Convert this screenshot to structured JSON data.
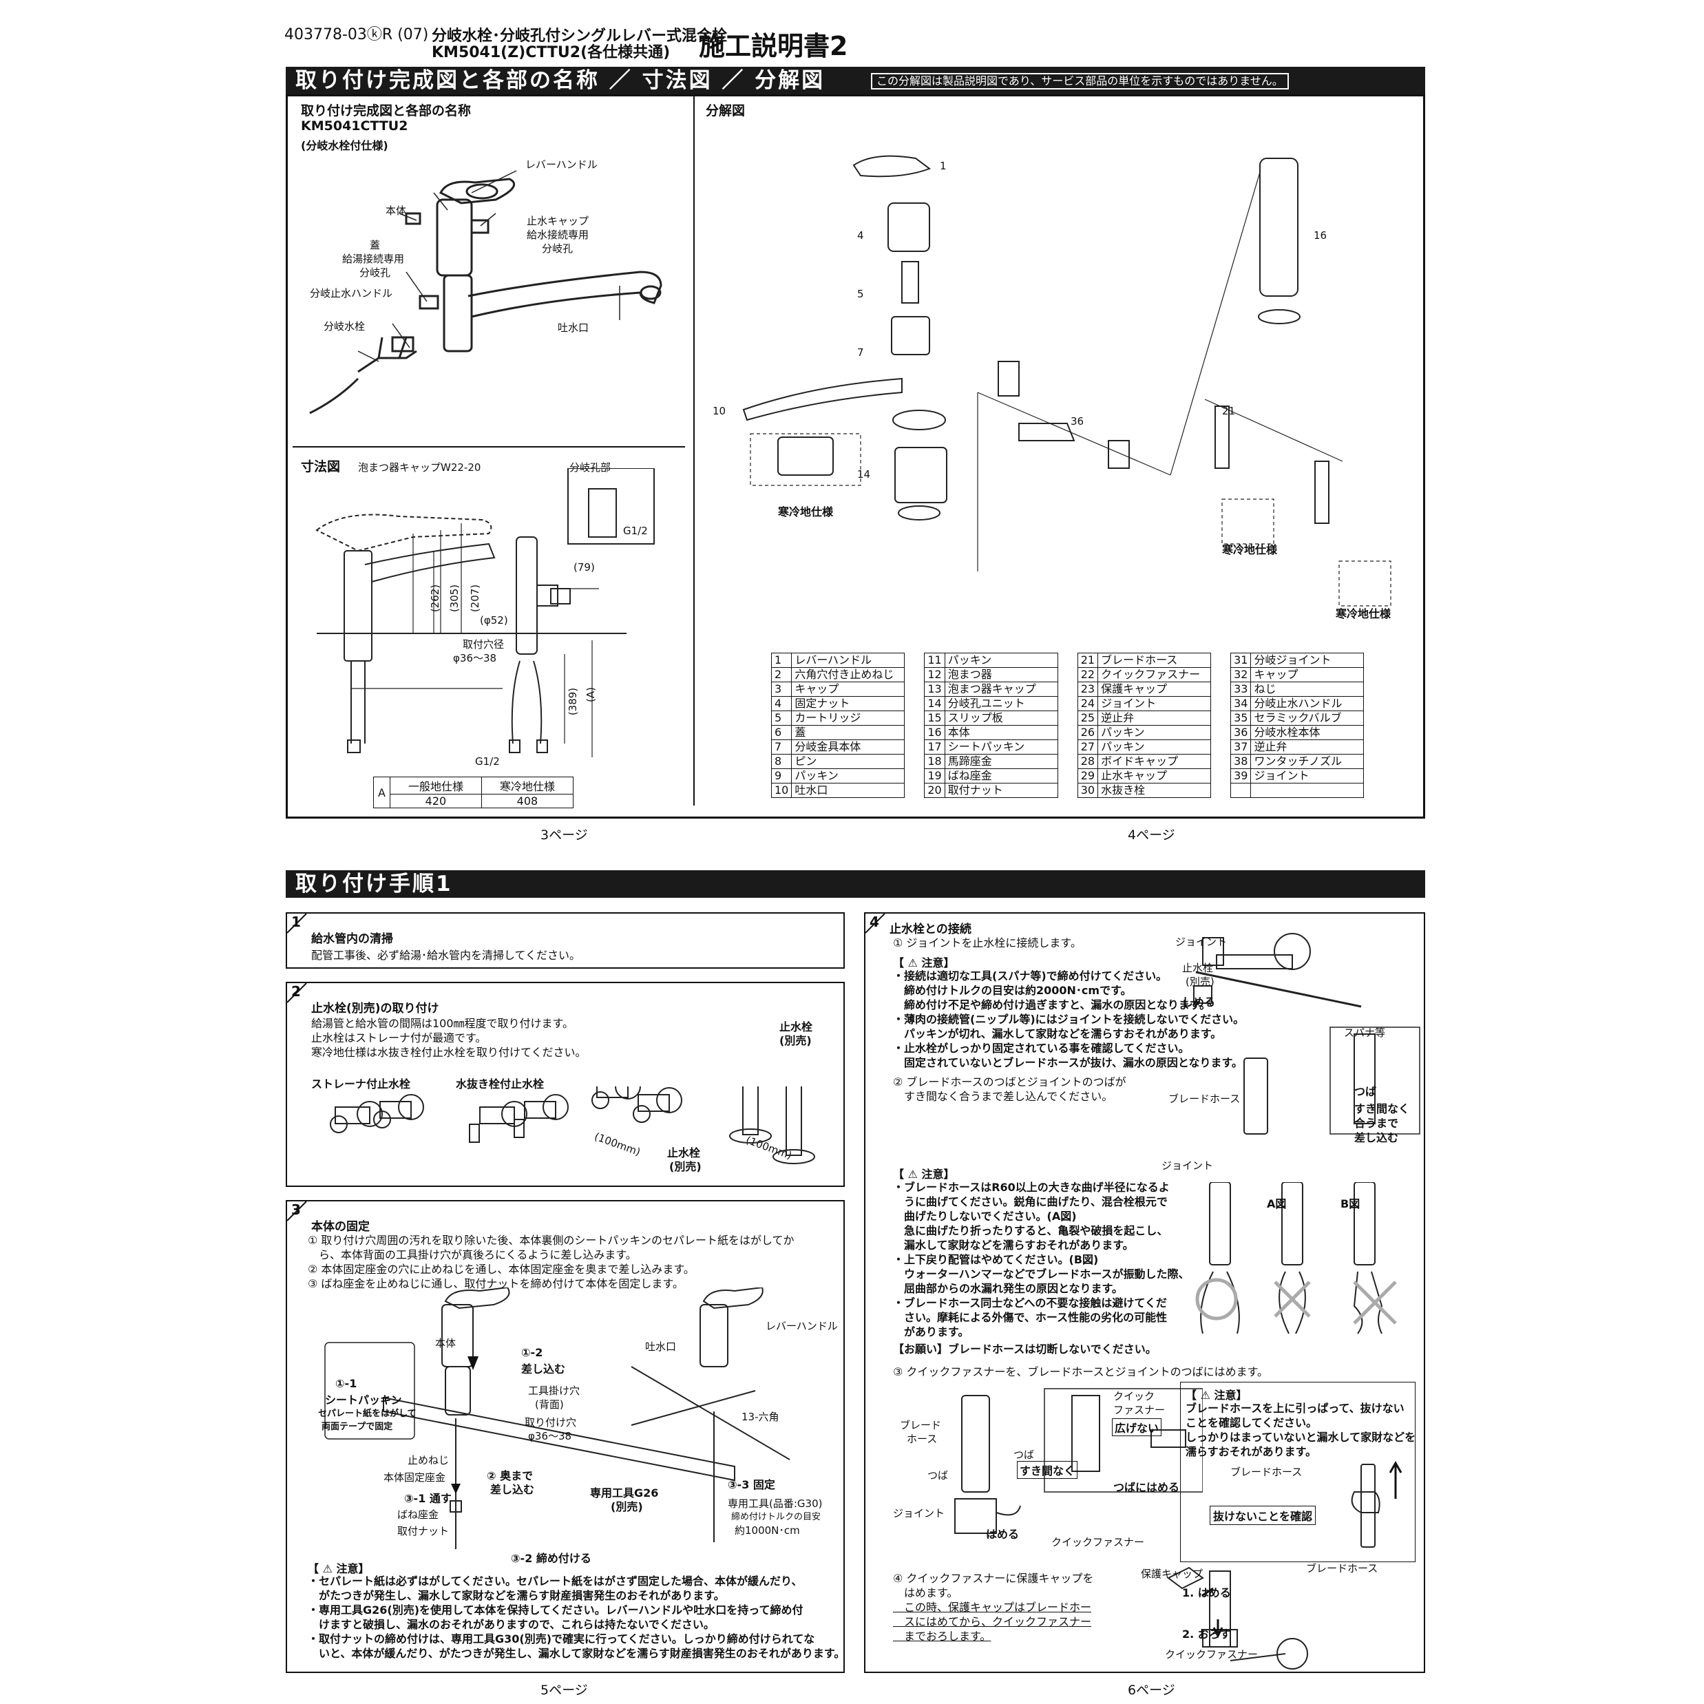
{
  "header": {
    "doc_code": "403778-03ⓚR (07)",
    "product_line1": "分岐水栓･分岐孔付シングルレバー式混合栓",
    "product_line2": "KM5041(Z)CTTU2(各仕様共通)",
    "title": "施工説明書2"
  },
  "section1": {
    "title": "取り付け完成図と各部の名称 ／ 寸法図 ／ 分解図",
    "note": "この分解図は製品説明図であり、サービス部品の単位を示すものではありません。",
    "assembled": {
      "heading": "取り付け完成図と各部の名称",
      "model": "KM5041CTTU2",
      "spec": "(分岐水栓付仕様)",
      "labels": [
        "レバーハンドル",
        "本体",
        "止水キャップ",
        "給水接続専用",
        "分岐孔",
        "蓋",
        "給湯接続専用",
        "分岐孔",
        "分岐止水ハンドル",
        "分岐水栓",
        "吐水口"
      ]
    },
    "dimensions": {
      "heading": "寸法図",
      "cap_label": "泡まつ器キャップW22-20",
      "branch_label": "分岐孔部",
      "g12_a": "G1/2",
      "g12_b": "G1/2",
      "d262": "(262)",
      "d305": "(305)",
      "d207": "(207)",
      "d79": "(79)",
      "d52": "(φ52)",
      "hole_label": "取付穴径",
      "hole_value": "φ36～38",
      "d389": "(389)",
      "dA": "(A)",
      "table_a": "A",
      "table_headers": [
        "一般地仕様",
        "寒冷地仕様"
      ],
      "table_values": [
        "420",
        "408"
      ]
    },
    "exploded": {
      "heading": "分解図",
      "cold_label_1": "寒冷地仕様",
      "cold_label_2": "寒冷地仕様",
      "cold_label_3": "寒冷地仕様"
    },
    "parts": [
      [
        "1",
        "レバーハンドル"
      ],
      [
        "2",
        "六角穴付き止めねじ"
      ],
      [
        "3",
        "キャップ"
      ],
      [
        "4",
        "固定ナット"
      ],
      [
        "5",
        "カートリッジ"
      ],
      [
        "6",
        "蓋"
      ],
      [
        "7",
        "分岐金具本体"
      ],
      [
        "8",
        "ピン"
      ],
      [
        "9",
        "パッキン"
      ],
      [
        "10",
        "吐水口"
      ],
      [
        "11",
        "パッキン"
      ],
      [
        "12",
        "泡まつ器"
      ],
      [
        "13",
        "泡まつ器キャップ"
      ],
      [
        "14",
        "分岐孔ユニット"
      ],
      [
        "15",
        "スリップ板"
      ],
      [
        "16",
        "本体"
      ],
      [
        "17",
        "シートパッキン"
      ],
      [
        "18",
        "馬蹄座金"
      ],
      [
        "19",
        "ばね座金"
      ],
      [
        "20",
        "取付ナット"
      ],
      [
        "21",
        "ブレードホース"
      ],
      [
        "22",
        "クイックファスナー"
      ],
      [
        "23",
        "保護キャップ"
      ],
      [
        "24",
        "ジョイント"
      ],
      [
        "25",
        "逆止弁"
      ],
      [
        "26",
        "パッキン"
      ],
      [
        "27",
        "パッキン"
      ],
      [
        "28",
        "ボイドキャップ"
      ],
      [
        "29",
        "止水キャップ"
      ],
      [
        "30",
        "水抜き栓"
      ],
      [
        "31",
        "分岐ジョイント"
      ],
      [
        "32",
        "キャップ"
      ],
      [
        "33",
        "ねじ"
      ],
      [
        "34",
        "分岐止水ハンドル"
      ],
      [
        "35",
        "セラミックバルブ"
      ],
      [
        "36",
        "分岐水栓本体"
      ],
      [
        "37",
        "逆止弁"
      ],
      [
        "38",
        "ワンタッチノズル"
      ],
      [
        "39",
        "ジョイント"
      ]
    ],
    "page_left": "3ページ",
    "page_right": "4ページ"
  },
  "section2": {
    "title": "取り付け手順1",
    "step1": {
      "num": "1",
      "heading": "給水管内の清掃",
      "text": "配管工事後、必ず給湯･給水管内を清掃してください。"
    },
    "step2": {
      "num": "2",
      "heading": "止水栓(別売)の取り付け",
      "lines": [
        "給湯管と給水管の間隔は100㎜程度で取り付けます。",
        "止水栓はストレーナ付が最適です。",
        "寒冷地仕様は水抜き栓付止水栓を取り付けてください。"
      ],
      "label_strainer": "ストレーナ付止水栓",
      "label_drain": "水抜き栓付止水栓",
      "label_valve": "止水栓",
      "label_valve_sub": "(別売)",
      "label_valve2": "止水栓",
      "label_valve2_sub": "(別売)",
      "dim1": "(100mm)",
      "dim2": "(100mm)"
    },
    "step3": {
      "num": "3",
      "heading": "本体の固定",
      "lines": [
        "① 取り付け穴周囲の汚れを取り除いた後、本体裏側のシートパッキンのセパレート紙をはがしてか",
        "　ら、本体背面の工具掛け穴が真後ろにくるように差し込みます。",
        "② 本体固定座金の穴に止めねじを通し、本体固定座金を奥まで差し込みます。",
        "③ ばね座金を止めねじに通し、取付ナットを締め付けて本体を固定します。"
      ],
      "callouts": [
        "本体",
        "①-2",
        "差し込む",
        "工具掛け穴",
        "(背面)",
        "①-1",
        "シートパッキン",
        "セパレート紙をはがして",
        "両面テープで固定",
        "取り付け穴",
        "φ36～38",
        "止めねじ",
        "本体固定座金",
        "② 奥まで",
        "差し込む",
        "③-1 通す",
        "ばね座金",
        "取付ナット",
        "③-2 締め付ける",
        "レバーハンドル",
        "吐水口",
        "13-六角",
        "専用工具G26",
        "(別売)",
        "③-3 固定",
        "専用工具(品番:G30)",
        "締め付けトルクの目安",
        "約1000N･cm"
      ],
      "caution_title": "【 ⚠ 注意】",
      "cautions": [
        "・セパレート紙は必ずはがしてください。セパレート紙をはがさず固定した場合、本体が緩んだり、",
        "　がたつきが発生し、漏水して家財などを濡らす財産損害発生のおそれがあります。",
        "・専用工具G26(別売)を使用して本体を保持してください。レバーハンドルや吐水口を持って締め付",
        "　けますと破損し、漏水のおそれがありますので、これらは持たないでください。",
        "・取付ナットの締め付けは、専用工具G30(別売)で確実に行ってください。しっかり締め付けられてな",
        "　いと、本体が緩んだり、がたつきが発生し、漏水して家財などを濡らす財産損害発生のおそれがあります。"
      ]
    },
    "step4": {
      "num": "4",
      "heading": "止水栓との接続",
      "line1": "① ジョイントを止水栓に接続します。",
      "caution_title": "【 ⚠ 注意】",
      "cautions1": [
        "・接続は適切な工具(スパナ等)で締め付けてください。",
        "　締め付けトルクの目安は約2000N･cmです。",
        "　締め付け不足や締め付け過ぎますと、漏水の原因となります。",
        "・薄肉の接続管(ニップル等)にはジョイントを接続しないでください。",
        "　パッキンが切れ、漏水して家財などを濡らすおそれがあります。",
        "・止水栓がしっかり固定されている事を確認してください。",
        "　固定されていないとブレードホースが抜け、漏水の原因となります。"
      ],
      "line2a": "② ブレードホースのつばとジョイントのつばが",
      "line2b": "　すき間なく合うまで差し込んでください。",
      "callouts1": [
        "ジョイント",
        "止水栓",
        "(別売)",
        "しめる",
        "スパナ等",
        "ブレードホース",
        "ジョイント",
        "つば",
        "すき間なく",
        "合うまで",
        "差し込む"
      ],
      "cautions2": [
        "・ブレードホースはR60以上の大きな曲げ半径になるよ",
        "　うに曲げてください。鋭角に曲げたり、混合栓根元で",
        "　曲げたりしないでください。(A図)",
        "　急に曲げたり折ったりすると、亀裂や破損を起こし、",
        "　漏水して家財などを濡らすおそれがあります。",
        "・上下戻り配管はやめてください。(B図)",
        "　ウォーターハンマーなどでブレードホースが振動した際、",
        "　屈曲部からの水漏れ発生の原因となります。",
        "・ブレードホース同士などへの不要な接触は避けてくだ",
        "　さい。摩耗による外傷で、ホース性能の劣化の可能性",
        "　があります。"
      ],
      "request": "【お願い】ブレードホースは切断しないでください。",
      "fig_a": "A図",
      "fig_b": "B図",
      "line3": "③ クイックファスナーを、ブレードホースとジョイントのつばにはめます。",
      "callouts3": [
        "ブレード",
        "ホース",
        "つば",
        "ジョイント",
        "はめる",
        "クイックファスナー",
        "クイック",
        "ファスナー",
        "広げない",
        "つば",
        "すき間なく",
        "つばにはめる"
      ],
      "caution3_title": "【 ⚠ 注意】",
      "caution3": [
        "ブレードホースを上に引っぱって、抜けない",
        "ことを確認してください。",
        "しっかりはまっていないと漏水して家財などを",
        "濡らすおそれがあります。"
      ],
      "caution3_hose": "ブレードホース",
      "caution3_check": "抜けないことを確認",
      "line4": [
        "④ クイックファスナーに保護キャップを",
        "　はめます。",
        "　この時、保護キャップはブレードホー",
        "　スにはめてから、クイックファスナー",
        "　までおろします。"
      ],
      "callouts4": [
        "保護キャップ",
        "ブレードホース",
        "1. はめる",
        "2. おろす",
        "クイックファスナー"
      ]
    },
    "page_left": "5ページ",
    "page_right": "6ページ"
  }
}
